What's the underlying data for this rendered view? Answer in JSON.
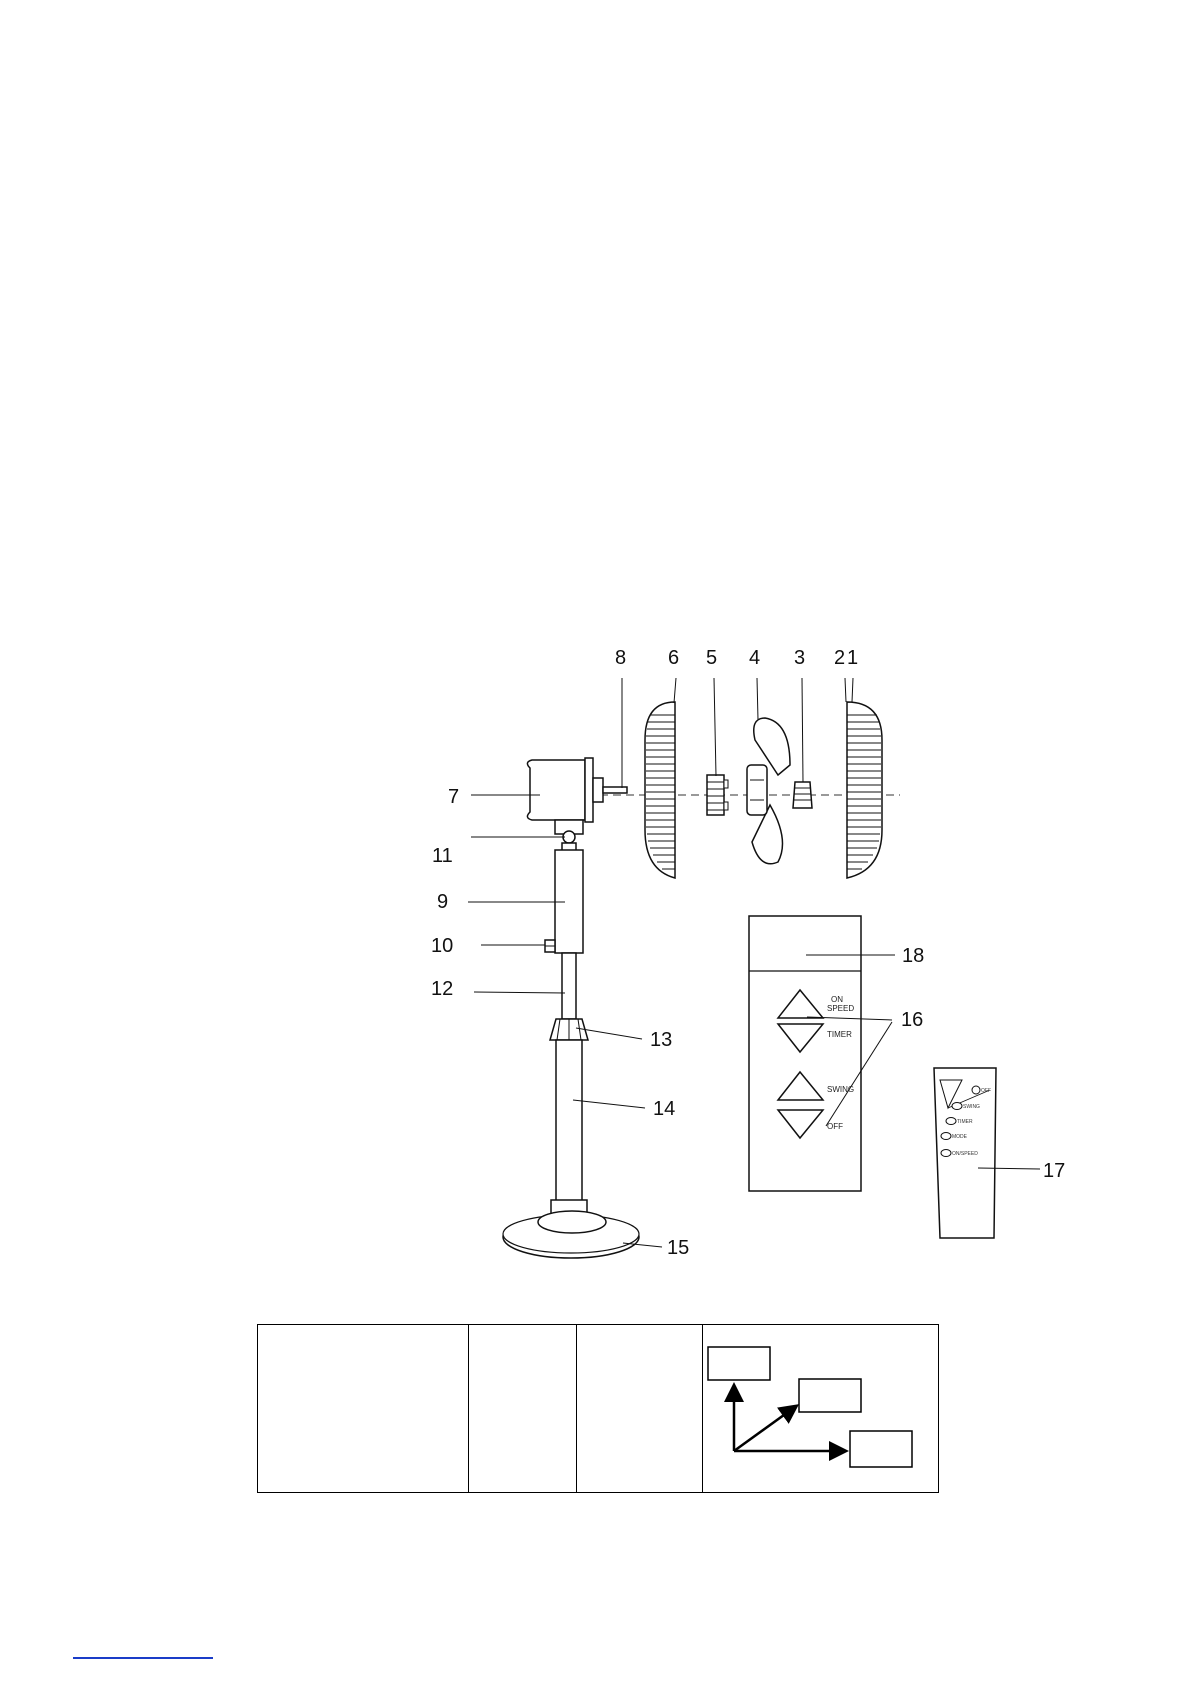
{
  "parts": {
    "p1": "1",
    "p2": "2",
    "p3": "3",
    "p4": "4",
    "p5": "5",
    "p6": "6",
    "p7": "7",
    "p8": "8",
    "p9": "9",
    "p10": "10",
    "p11": "11",
    "p12": "12",
    "p13": "13",
    "p14": "14",
    "p15": "15",
    "p16": "16",
    "p17": "17",
    "p18": "18"
  },
  "control_panel": {
    "on_speed_line1": "ON",
    "on_speed_line2": "SPEED",
    "timer": "TIMER",
    "swing": "SWING",
    "off": "OFF"
  },
  "remote": {
    "off": "OFF",
    "swing": "SWING",
    "timer": "TIMER",
    "mode": "MODE",
    "on_speed": "ON/SPEED"
  },
  "colors": {
    "line": "#111111",
    "link": "#1a3cc8"
  }
}
